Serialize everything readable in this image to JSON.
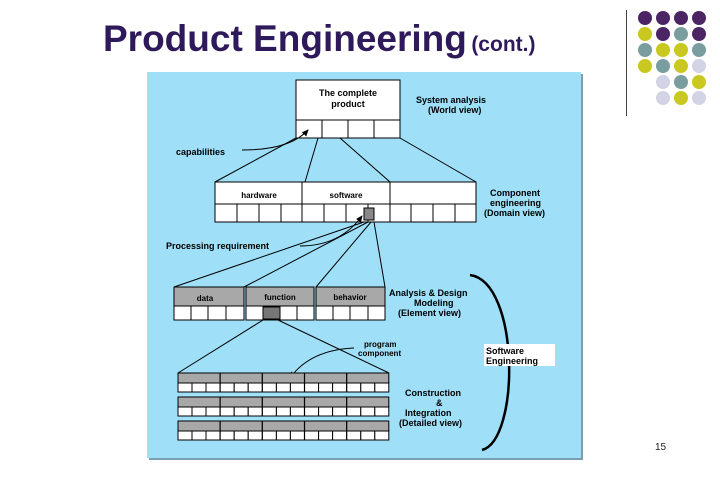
{
  "slide": {
    "title_main": "Product Engineering",
    "title_sub": "(cont.)",
    "number": "15"
  },
  "colors": {
    "title": "#2e1a5a",
    "diagram_background": "#9fe0f8",
    "dot_purple": "#4b2463",
    "dot_teal": "#7a9ea0",
    "dot_yellow": "#c8c820",
    "dot_lavender": "#d3d3e6"
  },
  "diagram": {
    "complete_product": {
      "line1": "The complete",
      "line2": "product"
    },
    "system_analysis": {
      "line1": "System analysis",
      "line2": "(World view)"
    },
    "capabilities": "capabilities",
    "hardware": "hardware",
    "software": "software",
    "component_engineering": {
      "line1": "Component",
      "line2": "engineering",
      "line3": "(Domain view)"
    },
    "processing_requirement": "Processing requirement",
    "data": "data",
    "function": "function",
    "behavior": "behavior",
    "analysis_design": {
      "line1": "Analysis & Design",
      "line2": "Modeling",
      "line3": "(Element view)"
    },
    "program_component": {
      "line1": "program",
      "line2": "component"
    },
    "software_engineering": {
      "line1": "Software",
      "line2": "Engineering"
    },
    "construction": {
      "line1": "Construction",
      "line2": "&",
      "line3": "Integration",
      "line4": "(Detailed view)"
    }
  }
}
